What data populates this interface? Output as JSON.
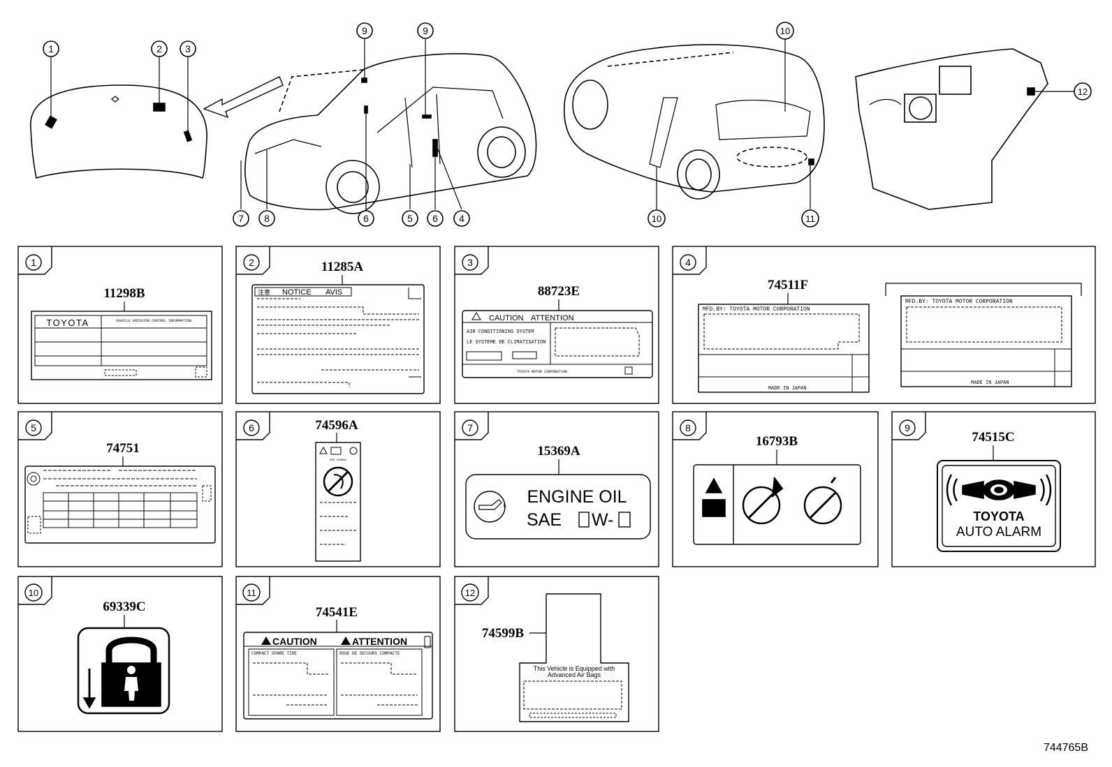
{
  "diagram_code": "744765B",
  "overview": {
    "hood_callouts": [
      "1",
      "2",
      "3"
    ],
    "front_car_callouts_top": [
      "9",
      "9"
    ],
    "front_car_callouts_bottom": [
      "7",
      "8",
      "6",
      "5",
      "6",
      "4"
    ],
    "rear_car_callouts": [
      "10",
      "10",
      "11"
    ],
    "dash_callout": "12"
  },
  "panels": [
    {
      "num": "1",
      "part": "11298B",
      "texts": [
        "TOYOTA",
        "VEHICLE EMISSION CONTROL INFORMATION"
      ]
    },
    {
      "num": "2",
      "part": "11285A",
      "texts": [
        "注意",
        "NOTICE",
        "AVIS"
      ]
    },
    {
      "num": "3",
      "part": "88723E",
      "texts": [
        "CAUTION",
        "ATTENTION",
        "AIR CONDITIONING SYSTEM",
        "LE SYSTEME DE CLIMATISATION",
        "TOYOTA MOTOR CORPORATION"
      ]
    },
    {
      "num": "4",
      "part": "74511F",
      "texts": [
        "MFD.BY: TOYOTA MOTOR CORPORATION",
        "MADE IN JAPAN",
        "MFD.BY: TOYOTA MOTOR CORPORATION",
        "MADE IN JAPAN"
      ]
    },
    {
      "num": "5",
      "part": "74751",
      "texts": []
    },
    {
      "num": "6",
      "part": "74596A",
      "texts": [
        "SRS AIRBAG"
      ]
    },
    {
      "num": "7",
      "part": "15369A",
      "texts": [
        "ENGINE OIL",
        "SAE",
        "W-"
      ]
    },
    {
      "num": "8",
      "part": "16793B",
      "texts": []
    },
    {
      "num": "9",
      "part": "74515C",
      "texts": [
        "TOYOTA",
        "AUTO ALARM"
      ]
    },
    {
      "num": "10",
      "part": "69339C",
      "texts": []
    },
    {
      "num": "11",
      "part": "74541E",
      "texts": [
        "CAUTION",
        "ATTENTION",
        "COMPACT SPARE TIRE",
        "ROUE DE SECOURS COMPACTE"
      ]
    },
    {
      "num": "12",
      "part": "74599B",
      "texts": [
        "This Vehicle is Equipped with",
        "Advanced Air Bags"
      ]
    }
  ]
}
